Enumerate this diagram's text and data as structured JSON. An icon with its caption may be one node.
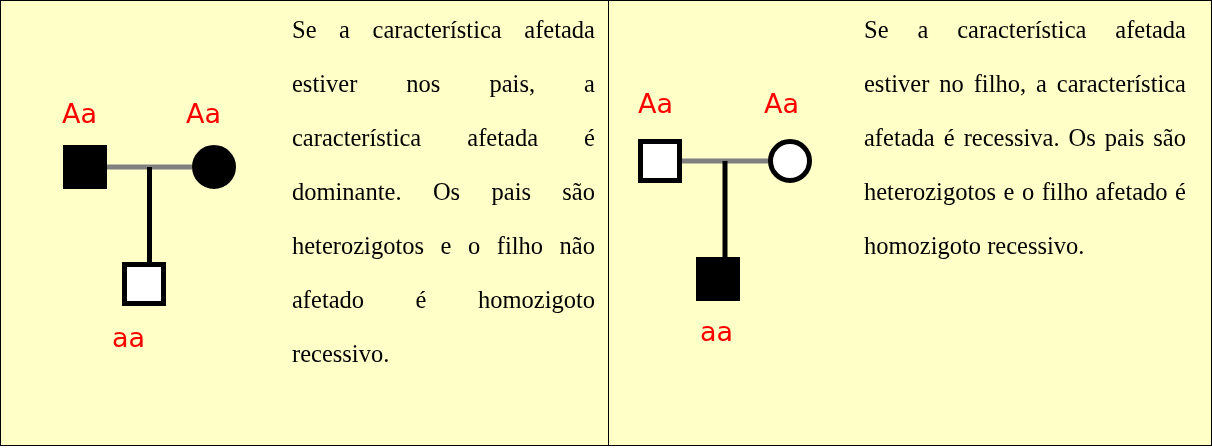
{
  "diagram": {
    "nodes": [
      {
        "text": [],
        "shape": "square",
        "beside": [
          "Aa"
        ]
      },
      {
        "text": [],
        "shape": "disc",
        "beside": [
          "Aa"
        ]
      },
      {
        "text": [],
        "shape": "box",
        "beside": [
          "aa"
        ]
      },
      {
        "text": [],
        "shape": "box",
        "beside": [
          "Aa"
        ]
      },
      {
        "text": [],
        "shape": "circle",
        "beside": [
          "Aa"
        ]
      },
      {
        "text": [],
        "shape": "square",
        "beside": [
          "aa"
        ]
      }
    ],
    "edges": [
      {
        "from": 0,
        "to": 1,
        "arrow": "none",
        "color": "#808080"
      },
      {
        "from": 0,
        "to": 2,
        "arrow": "none"
      },
      {
        "from": 1,
        "to": 2,
        "arrow": "none"
      },
      {
        "from": 3,
        "to": 4,
        "arrow": "none",
        "color": "#808080"
      },
      {
        "from": 3,
        "to": 5,
        "arrow": "none"
      },
      {
        "from": 4,
        "to": 5,
        "arrow": "none"
      }
    ],
    "labels": [
      "Se a característica afetada estiver nos pais, a característica afetada é dominante. Os pais são heterozigotos e o filho não afetado é homozigoto recessivo.",
      "Se a característica afetada estiver no filho, a característica afetada é recessiva. Os pais são heterozigotos e o filho afetado é homozigoto recessivo."
    ]
  }
}
